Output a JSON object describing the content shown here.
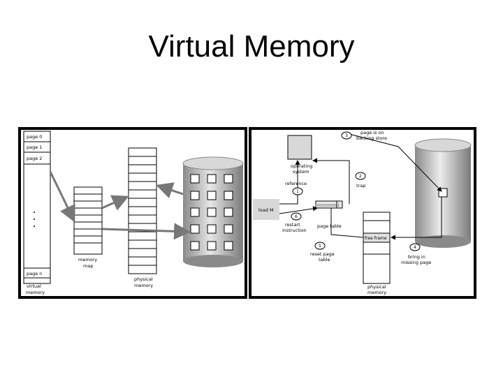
{
  "title": "Virtual Memory",
  "left_diagram": {
    "virtual_pages": [
      "page 0",
      "page 1",
      "page 2",
      "page n"
    ],
    "ellipsis": "·  ·  ·",
    "virtual_label_1": "virtual",
    "virtual_label_2": "memory",
    "map_label_1": "memory",
    "map_label_2": "map",
    "physical_label_1": "physical",
    "physical_label_2": "memory"
  },
  "right_diagram": {
    "step1_num": "1",
    "step1_label": "reference",
    "step2_num": "2",
    "step2_label": "trap",
    "step3_num": "3",
    "step3_label_1": "page is on",
    "step3_label_2": "backing store",
    "step4_num": "4",
    "step4_label_1": "bring in",
    "step4_label_2": "missing page",
    "step5_num": "5",
    "step5_label_1": "reset page",
    "step5_label_2": "table",
    "step6_num": "6",
    "step6_label_1": "restart",
    "step6_label_2": "instruction",
    "os_label_1": "operating",
    "os_label_2": "system",
    "load_label": "load M",
    "page_table_label": "page table",
    "page_table_bit": "i",
    "free_frame_label": "free frame",
    "physical_label_1": "physical",
    "physical_label_2": "memory"
  }
}
